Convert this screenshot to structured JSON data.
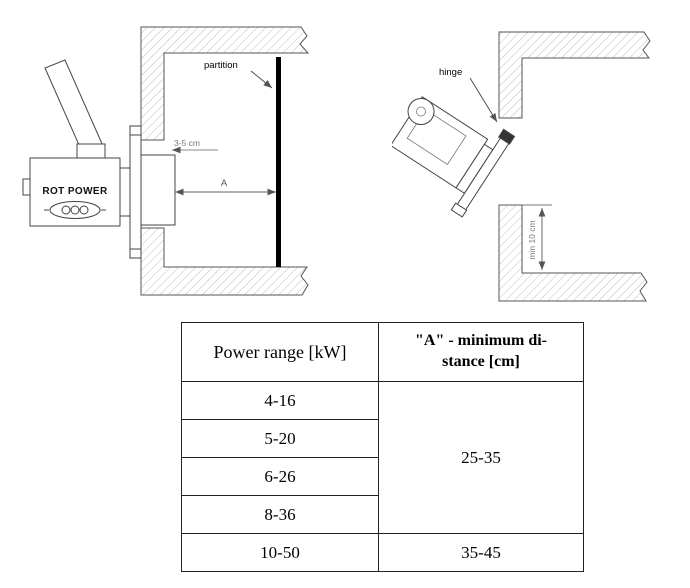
{
  "figure_left": {
    "partition_label": "partition",
    "gap_label": "3-5 cm",
    "distance_label": "A",
    "brand": "ROT POWER"
  },
  "figure_right": {
    "hinge_label": "hinge",
    "clearance_label": "min 10 cm"
  },
  "table": {
    "col1_header": "Power range [kW]",
    "col2_header": "\"A\" - minimum di-\nstance [cm]",
    "merged_distance": "25-35",
    "rows": [
      {
        "power": "4-16"
      },
      {
        "power": "5-20"
      },
      {
        "power": "6-26"
      },
      {
        "power": "8-36"
      },
      {
        "power": "10-50",
        "distance": "35-45"
      }
    ]
  }
}
